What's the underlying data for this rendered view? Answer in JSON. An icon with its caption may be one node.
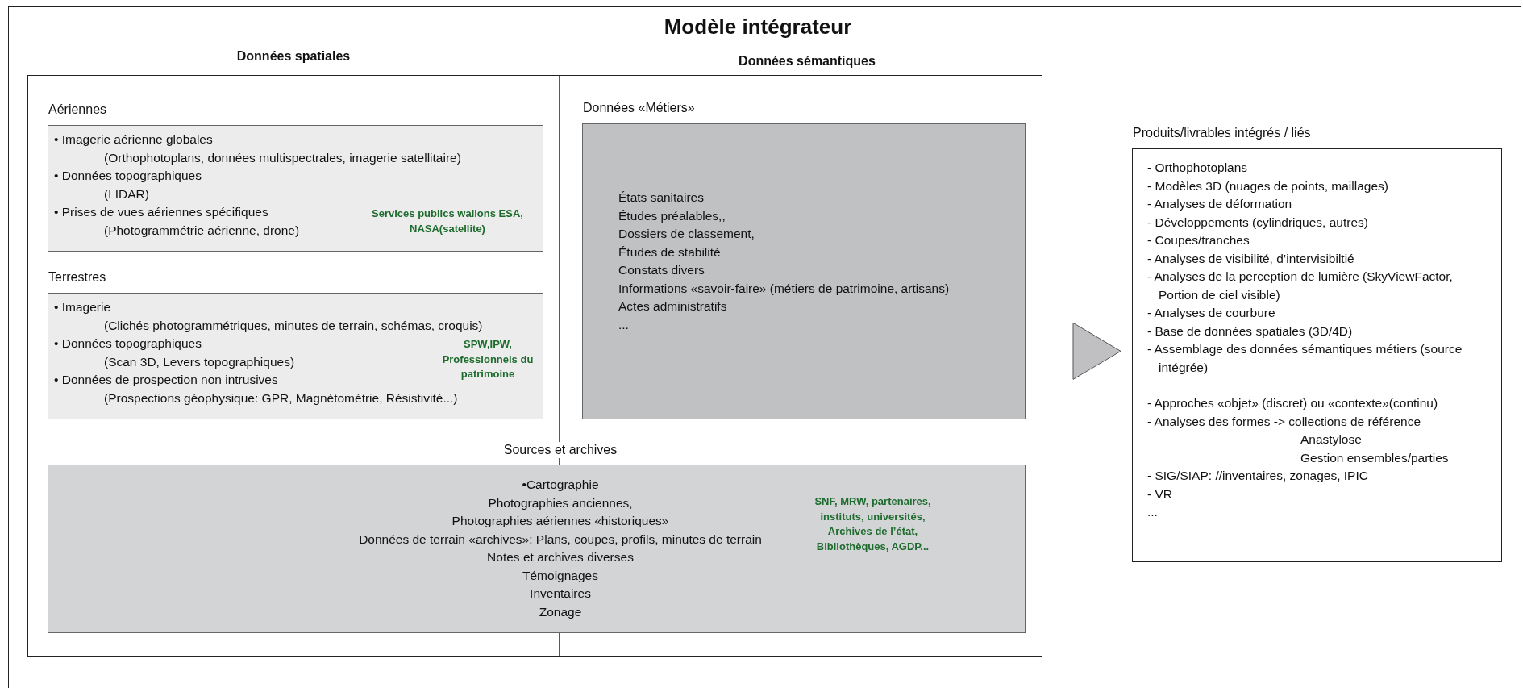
{
  "diagram": {
    "title": "Modèle intégrateur",
    "nodes": [
      {
        "text": [
          "Données spatiales",
          "Données sémantiques"
        ]
      },
      {
        "text": [
          "Aériennes",
          "• Imagerie aérienne globales",
          "(Orthophotoplans, données multispectrales, imagerie satellitaire)",
          "• Données topographiques",
          "(LIDAR)",
          "• Prises de vues aériennes spécifiques",
          "(Photogrammétrie aérienne, drone)",
          "Services publics wallons ESA, NASA(satellite)"
        ],
        "in": 0
      },
      {
        "text": [
          "Terrestres",
          "• Imagerie",
          "(Clichés photogrammétriques, minutes de terrain, schémas, croquis)",
          "• Données topographiques",
          "(Scan 3D, Levers topographiques)",
          "• Données de prospection non intrusives",
          "(Prospections géophysique: GPR, Magnétométrie, Résistivité...)",
          "SPW,IPW, Professionnels du patrimoine"
        ],
        "in": 0
      },
      {
        "text": [
          "Données «Métiers»",
          "États sanitaires",
          "Études préalables,,",
          "Dossiers de classement,",
          "Études de stabilité",
          "Constats divers",
          "Informations «savoir-faire» (métiers de patrimoine, artisans)",
          "Actes administratifs",
          "..."
        ],
        "in": 0
      },
      {
        "text": [
          "Sources et archives",
          "•Cartographie",
          "Photographies anciennes,",
          "Photographies aériennes «historiques»",
          "Données de terrain «archives»: Plans, coupes, profils, minutes de terrain",
          "Notes et archives diverses",
          "Témoignages",
          "Inventaires",
          "Zonage",
          "SNF, MRW, partenaires, instituts, universités, Archives de l’état, Bibliothèques, AGDP..."
        ],
        "in": 0
      },
      {
        "text": [
          "Produits/livrables intégrés / liés",
          "- Orthophotoplans",
          "- Modèles 3D (nuages de points, maillages)",
          "- Analyses de déformation",
          "- Développements (cylindriques, autres)",
          "- Coupes/tranches",
          "- Analyses de visibilité, d’intervisibiltié",
          "- Analyses de la perception de lumière (SkyViewFactor, Portion de ciel visible)",
          "- Analyses de courbure",
          "- Base de données spatiales (3D/4D)",
          "- Assemblage des données sémantiques métiers (source intégrée)",
          "- Approches «objet» (discret) ou «contexte»(continu)",
          "- Analyses des formes ->  collections de référence",
          "Anastylose",
          "Gestion ensembles/parties",
          "- SIG/SIAP: //inventaires, zonages, IPIC",
          "- VR",
          "..."
        ]
      }
    ],
    "edges": [
      {
        "from": 0,
        "to": 5,
        "arrow": "to"
      }
    ]
  }
}
